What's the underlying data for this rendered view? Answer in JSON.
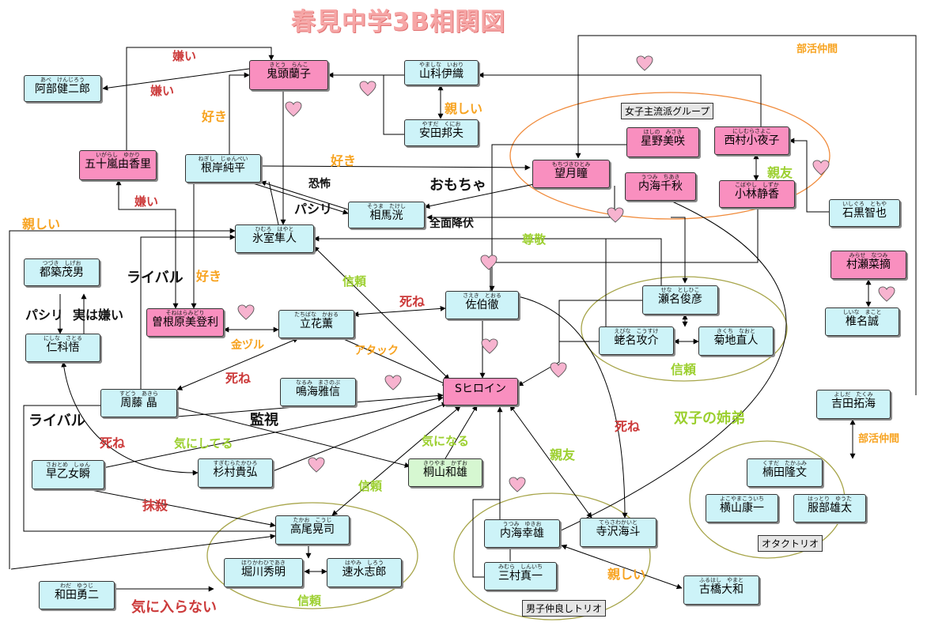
{
  "title": "春見中学3B相関図",
  "nodes": {
    "kito": {
      "ruby": "きとう　らんこ",
      "name": "鬼頭蘭子"
    },
    "yamashina": {
      "ruby": "やましな　いおり",
      "name": "山科伊織"
    },
    "abe": {
      "ruby": "あべ　けんじろう",
      "name": "阿部健二郎"
    },
    "yasuda": {
      "ruby": "やすだ　くにお",
      "name": "安田邦夫"
    },
    "igarashi": {
      "ruby": "いがらし　ゆかり",
      "name": "五十嵐由香里"
    },
    "negishi": {
      "ruby": "ねぎし　じゅんぺい",
      "name": "根岸純平"
    },
    "hoshino": {
      "ruby": "ほしの　みさき",
      "name": "星野美咲"
    },
    "nishimura": {
      "ruby": "にしむらさよこ",
      "name": "西村小夜子"
    },
    "mochizuki": {
      "ruby": "もちづきひとみ",
      "name": "望月瞳"
    },
    "utsumi_c": {
      "ruby": "うつみ　ちあき",
      "name": "内海千秋"
    },
    "kobayashi": {
      "ruby": "こばやし　しずか",
      "name": "小林静香"
    },
    "soma": {
      "ruby": "そうま　たけし",
      "name": "相馬洸"
    },
    "ishiguro": {
      "ruby": "いしぐろ　ともや",
      "name": "石黒智也"
    },
    "himuro": {
      "ruby": "ひむろ　はやと",
      "name": "氷室隼人"
    },
    "tsuzuki": {
      "ruby": "つづき　しげお",
      "name": "都築茂男"
    },
    "murase": {
      "ruby": "みらせ　なつみ",
      "name": "村瀬菜摘"
    },
    "sena": {
      "ruby": "せな　としひこ",
      "name": "瀬名俊彦"
    },
    "saeki": {
      "ruby": "さえき　とおる",
      "name": "佐伯徹"
    },
    "sonehara": {
      "ruby": "そねはらみどり",
      "name": "曽根原美登利"
    },
    "tachibana": {
      "ruby": "たちばな　かおる",
      "name": "立花薫"
    },
    "shiina": {
      "ruby": "しいな　まこと",
      "name": "椎名誠"
    },
    "ebina": {
      "ruby": "えびな　こうすけ",
      "name": "蛯名攻介"
    },
    "kikuchi": {
      "ruby": "きくち　なおと",
      "name": "菊地直人"
    },
    "nishina": {
      "ruby": "にしな　さとる",
      "name": "仁科悟"
    },
    "narumi": {
      "ruby": "なるみ　まさのぶ",
      "name": "鳴海雅信"
    },
    "heroine": {
      "name": "Sヒロイン"
    },
    "sudo": {
      "ruby": "すどう　あきら",
      "name": "周藤 晶"
    },
    "yoshida": {
      "ruby": "よしだ　たくみ",
      "name": "吉田拓海"
    },
    "saotome": {
      "ruby": "さおとめ　しゅん",
      "name": "早乙女瞬"
    },
    "sugimura": {
      "ruby": "すぎむらたかひろ",
      "name": "杉村貴弘"
    },
    "kiriyama": {
      "ruby": "きりやま　かずお",
      "name": "桐山和雄"
    },
    "kusuda": {
      "ruby": "くすだ　たかふみ",
      "name": "楠田隆文"
    },
    "yokoyama": {
      "ruby": "よこやまこういち",
      "name": "横山康一"
    },
    "hattori": {
      "ruby": "はっとり　ゆうた",
      "name": "服部雄太"
    },
    "takao": {
      "ruby": "たかお　こうじ",
      "name": "高尾晃司"
    },
    "utsumi_y": {
      "ruby": "うつみ　ゆきお",
      "name": "内海幸雄"
    },
    "terasawa": {
      "ruby": "てらさわかいと",
      "name": "寺沢海斗"
    },
    "horikawa": {
      "ruby": "ほりかわひであき",
      "name": "堀川秀明"
    },
    "hayami": {
      "ruby": "はやみ　しろう",
      "name": "速水志郎"
    },
    "mimura": {
      "ruby": "みむら　しんいち",
      "name": "三村真一"
    },
    "furuhashi": {
      "ruby": "ふるはし　やまと",
      "name": "古橋大和"
    },
    "wada": {
      "ruby": "わだ　ゆうじ",
      "name": "和田勇二"
    }
  },
  "groups": {
    "joshi": "女子主流派グループ",
    "otaku": "オタクトリオ",
    "danshi": "男子仲良しトリオ"
  },
  "labels": {
    "kirai1": "嫌い",
    "kirai2": "嫌い",
    "kirai3": "嫌い",
    "bukatsu1": "部活仲間",
    "bukatsu2": "部活仲間",
    "shitashii1": "親しい",
    "suki1": "好き",
    "suki2": "好き",
    "suki3": "好き",
    "kyofu": "恐怖",
    "omocha": "おもちゃ",
    "pashiri1": "パシリ",
    "zenmen": "全面降伏",
    "shinyu1": "親友",
    "shitashii2": "親しい",
    "sonkei": "尊敬",
    "rival1": "ライバル",
    "shinrai1": "信頼",
    "shine1": "死ね",
    "pashiri2": "パシリ",
    "jitsuwa": "実は嫌い",
    "kinzuru": "金ヅル",
    "attack": "アタック",
    "shinrai2": "信頼",
    "shine2": "死ね",
    "futago": "双子の姉弟",
    "shine3": "死ね",
    "rival2": "ライバル",
    "kanshi": "監視",
    "shine4": "死ね",
    "kinishiteru": "気にしてる",
    "kininaru": "気になる",
    "shinyu2": "親友",
    "massatsu": "抹殺",
    "shinrai3": "信頼",
    "shitashii3": "親しい",
    "shinrai4": "信頼",
    "kiniiranai": "気に入らない"
  },
  "colors": {
    "pink_box": "#f98fbf",
    "cyan_box": "#cdf3f8",
    "green_box": "#d6f7d1",
    "heart": "#f7a8c8",
    "orange_label": "#f7a320",
    "red_label": "#cc3b3b",
    "green_label": "#9bcf2e"
  }
}
